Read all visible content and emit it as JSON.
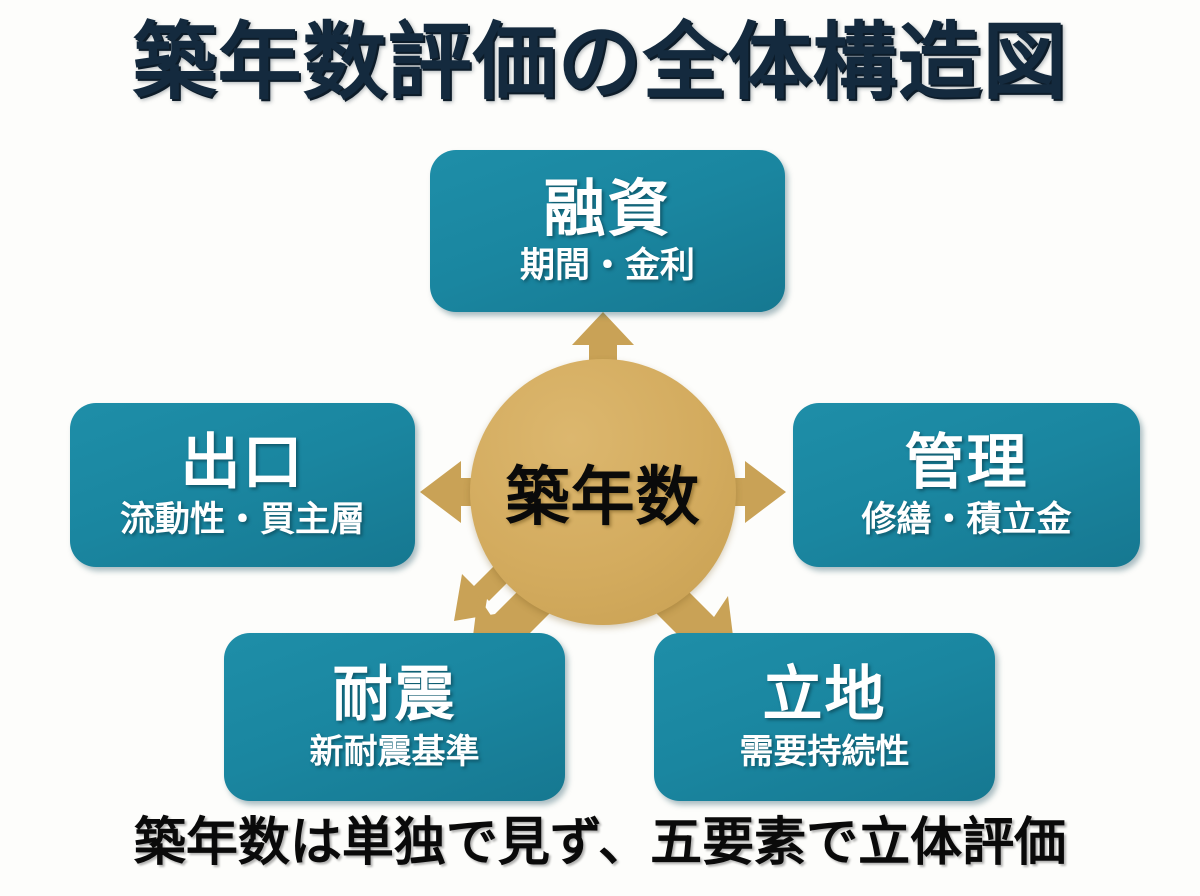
{
  "page": {
    "title": "築年数評価の全体構造図",
    "caption": "築年数は単独で見ず、五要素で立体評価",
    "background_color": "#fdfdfb",
    "title_color": "#142a3e",
    "caption_color": "#0a0a0a"
  },
  "hub": {
    "label": "築年数",
    "fill_color": "#d3ab5e",
    "text_color": "#0a0a0a"
  },
  "nodes": [
    {
      "id": "top",
      "title": "融資",
      "subtitle": "期間・金利",
      "fill_color": "#1a86a0",
      "text_color": "#ffffff",
      "arrow_direction": "up"
    },
    {
      "id": "right",
      "title": "管理",
      "subtitle": "修繕・積立金",
      "fill_color": "#1a86a0",
      "text_color": "#ffffff",
      "arrow_direction": "right"
    },
    {
      "id": "bottom-right",
      "title": "立地",
      "subtitle": "需要持続性",
      "fill_color": "#1a86a0",
      "text_color": "#ffffff",
      "arrow_direction": "down-right"
    },
    {
      "id": "bottom-left",
      "title": "耐震",
      "subtitle": "新耐震基準",
      "fill_color": "#1a86a0",
      "text_color": "#ffffff",
      "arrow_direction": "down-left"
    },
    {
      "id": "left",
      "title": "出口",
      "subtitle": "流動性・買主層",
      "fill_color": "#1a86a0",
      "text_color": "#ffffff",
      "arrow_direction": "left"
    }
  ],
  "arrows": {
    "color": "#c9a256",
    "count": 5
  }
}
